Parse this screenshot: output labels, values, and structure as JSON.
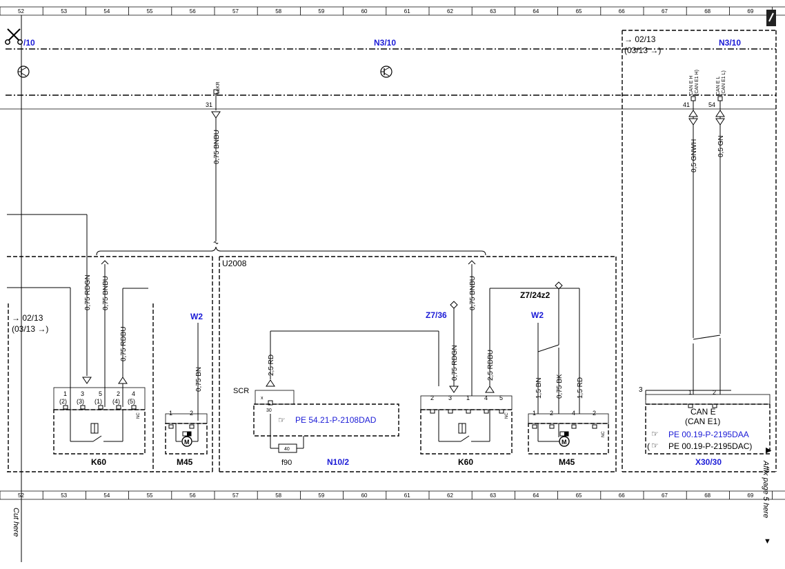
{
  "grid": {
    "top_numbers": [
      "52",
      "53",
      "54",
      "55",
      "56",
      "57",
      "58",
      "59",
      "60",
      "61",
      "62",
      "63",
      "64",
      "65",
      "66",
      "67",
      "68",
      "69"
    ],
    "bottom_numbers": [
      "52",
      "53",
      "54",
      "55",
      "56",
      "57",
      "58",
      "59",
      "60",
      "61",
      "62",
      "63",
      "64",
      "65",
      "66",
      "67",
      "68",
      "69"
    ]
  },
  "margin": {
    "cut_here": "Cut here",
    "affix_here": "Affix page 5 here"
  },
  "header": {
    "n3_left": "/10",
    "n3_mid": "N3/10",
    "n3_right": "N3/10",
    "right_version_a": "→ 02/13",
    "right_version_b": "(03/13  →)"
  },
  "pins": {
    "lkr_label": "LLKR",
    "lkr_num": "31",
    "can_eh_label": "CAN E H",
    "can_eh_sub": "(CAN E1 H)",
    "can_el_label": "CAN E L",
    "can_el_sub": "(CAN E1 L)",
    "can_eh_num": "41",
    "can_el_num": "54"
  },
  "wires": {
    "w_bnbu_top": "0,75 BNBU",
    "w_gnwh": "0,5 GNWH",
    "w_gn": "0,5 GN",
    "w_rdgn_left": "0,75 RDGN",
    "w_bnbu_left": "0,75 BNBU",
    "w_rdbu_left": "0,75 RDBU",
    "w_bn_left": "0,75 BN",
    "w_rd_scr": "2,5 RD",
    "w_rdgn_right": "0,75 RDGN",
    "w_bnbu_right": "0,75 BNBU",
    "w_rdbu_right": "2,5 RDBU",
    "w_bn_m45": "1,5 BN",
    "w_bk_m45": "0,75 BK",
    "w_rd_m45": "1,5 RD"
  },
  "components": {
    "u2008": "U2008",
    "left_version_a": "→ 02/13",
    "left_version_b": "(03/13  →)",
    "w2_left": "W2",
    "w2_right": "W2",
    "z7_36": "Z7/36",
    "z7_24z2": "Z7/24z2",
    "scr": "SCR",
    "scr_x": "x",
    "scr_30": "30",
    "fuse_value": "40",
    "fuse_name": "f90",
    "n10_2": "N10/2",
    "k60_left": "K60",
    "k60_right": "K60",
    "m45_left": "M45",
    "m45_right": "M45",
    "x30_30": "X30/30",
    "can_e": "CAN E",
    "can_e1": "(CAN E1)",
    "nc": "NC",
    "pin3_x30": "3"
  },
  "k60_left_pins": {
    "numbers": [
      "1",
      "3",
      "5",
      "2",
      "4"
    ],
    "alt": [
      "(2)",
      "(3)",
      "(1)",
      "(4)",
      "(5)"
    ]
  },
  "k60_right_pins": {
    "numbers": [
      "2",
      "3",
      "1",
      "4",
      "5"
    ]
  },
  "m45_left_pins": [
    "1",
    "2"
  ],
  "m45_right_pins": [
    "1",
    "2",
    "4",
    "2"
  ],
  "x30_pins": [
    "1",
    "2"
  ],
  "refs": {
    "pe_54": "PE 54.21-P-2108DAD",
    "pe_00_a": "PE 00.19-P-2195DAA",
    "pe_00_b": "PE 00.19-P-2195DAC)",
    "pe_00_b_open": "("
  }
}
